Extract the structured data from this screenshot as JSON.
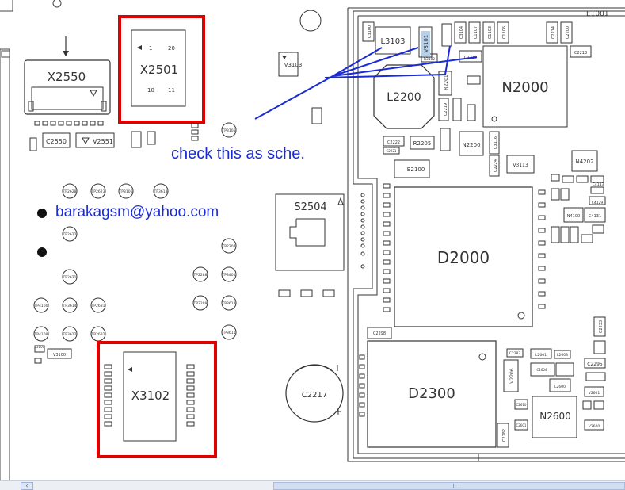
{
  "annotations": {
    "note": "check this as sche.",
    "email": "barakagsm@yahoo.com"
  },
  "components": {
    "board_id": "E1001",
    "x2550": "X2550",
    "x2501": "X2501",
    "x2501_pin1": "1",
    "x2501_pin20": "20",
    "x2501_pin10": "10",
    "x2501_pin11": "11",
    "v3103": "V3103",
    "c2550": "C2550",
    "v2551": "V2551",
    "s2504": "S2504",
    "x3102": "X3102",
    "c2217": "C2217",
    "l3103": "L3103",
    "v3101": "V3101",
    "l2200": "L2200",
    "n2000": "N2000",
    "r2205": "R2205",
    "n2200": "N2200",
    "b2100": "B2100",
    "d2000": "D2000",
    "d2300": "D2300",
    "n2600": "N2600",
    "n4202": "N4202",
    "v3113": "V3113",
    "c2213": "C2213",
    "c2215": "C2215",
    "c2222": "C2222",
    "c2221": "C2221",
    "c2219": "C2219",
    "c2224": "C2224",
    "c2298": "C2298",
    "c2295": "C2295",
    "c2282": "C2282",
    "c2233": "C2233",
    "c3104": "C3104",
    "c1107": "C1107",
    "c1103": "C1103",
    "c1106": "C1106",
    "c2214": "C2214",
    "c2200": "C2200",
    "c3100": "C3100",
    "r3102": "R3102",
    "r2201": "R2201",
    "c3116": "C3116",
    "n4100": "N4100",
    "c4131": "C4131",
    "c4129": "C4129",
    "c4133": "C4133",
    "l3100": "L3100",
    "v3100": "V3100",
    "l2601": "L2601",
    "l2603": "L2603",
    "v2601": "V2601",
    "v2600": "V2600",
    "l2600": "L2600",
    "c2610": "C2610",
    "c2601": "C2601",
    "c2604": "C2604",
    "v2206": "V2206",
    "c2287": "C2287"
  },
  "test_points": [
    "TP2628",
    "TP2623",
    "TP3106",
    "TP3613",
    "TP2622",
    "TP2621",
    "TP4100",
    "TP3614",
    "TP2681",
    "TP4109",
    "TP3612",
    "TP2682",
    "TP3105",
    "TP2204",
    "TP2288",
    "TP3401",
    "TP2289",
    "TP3613",
    "TP3611"
  ],
  "colors": {
    "highlight_box": "#e00000",
    "annotation": "#1a2bd6",
    "outline": "#333333"
  },
  "ui": {
    "scroll_left_glyph": "‹"
  }
}
